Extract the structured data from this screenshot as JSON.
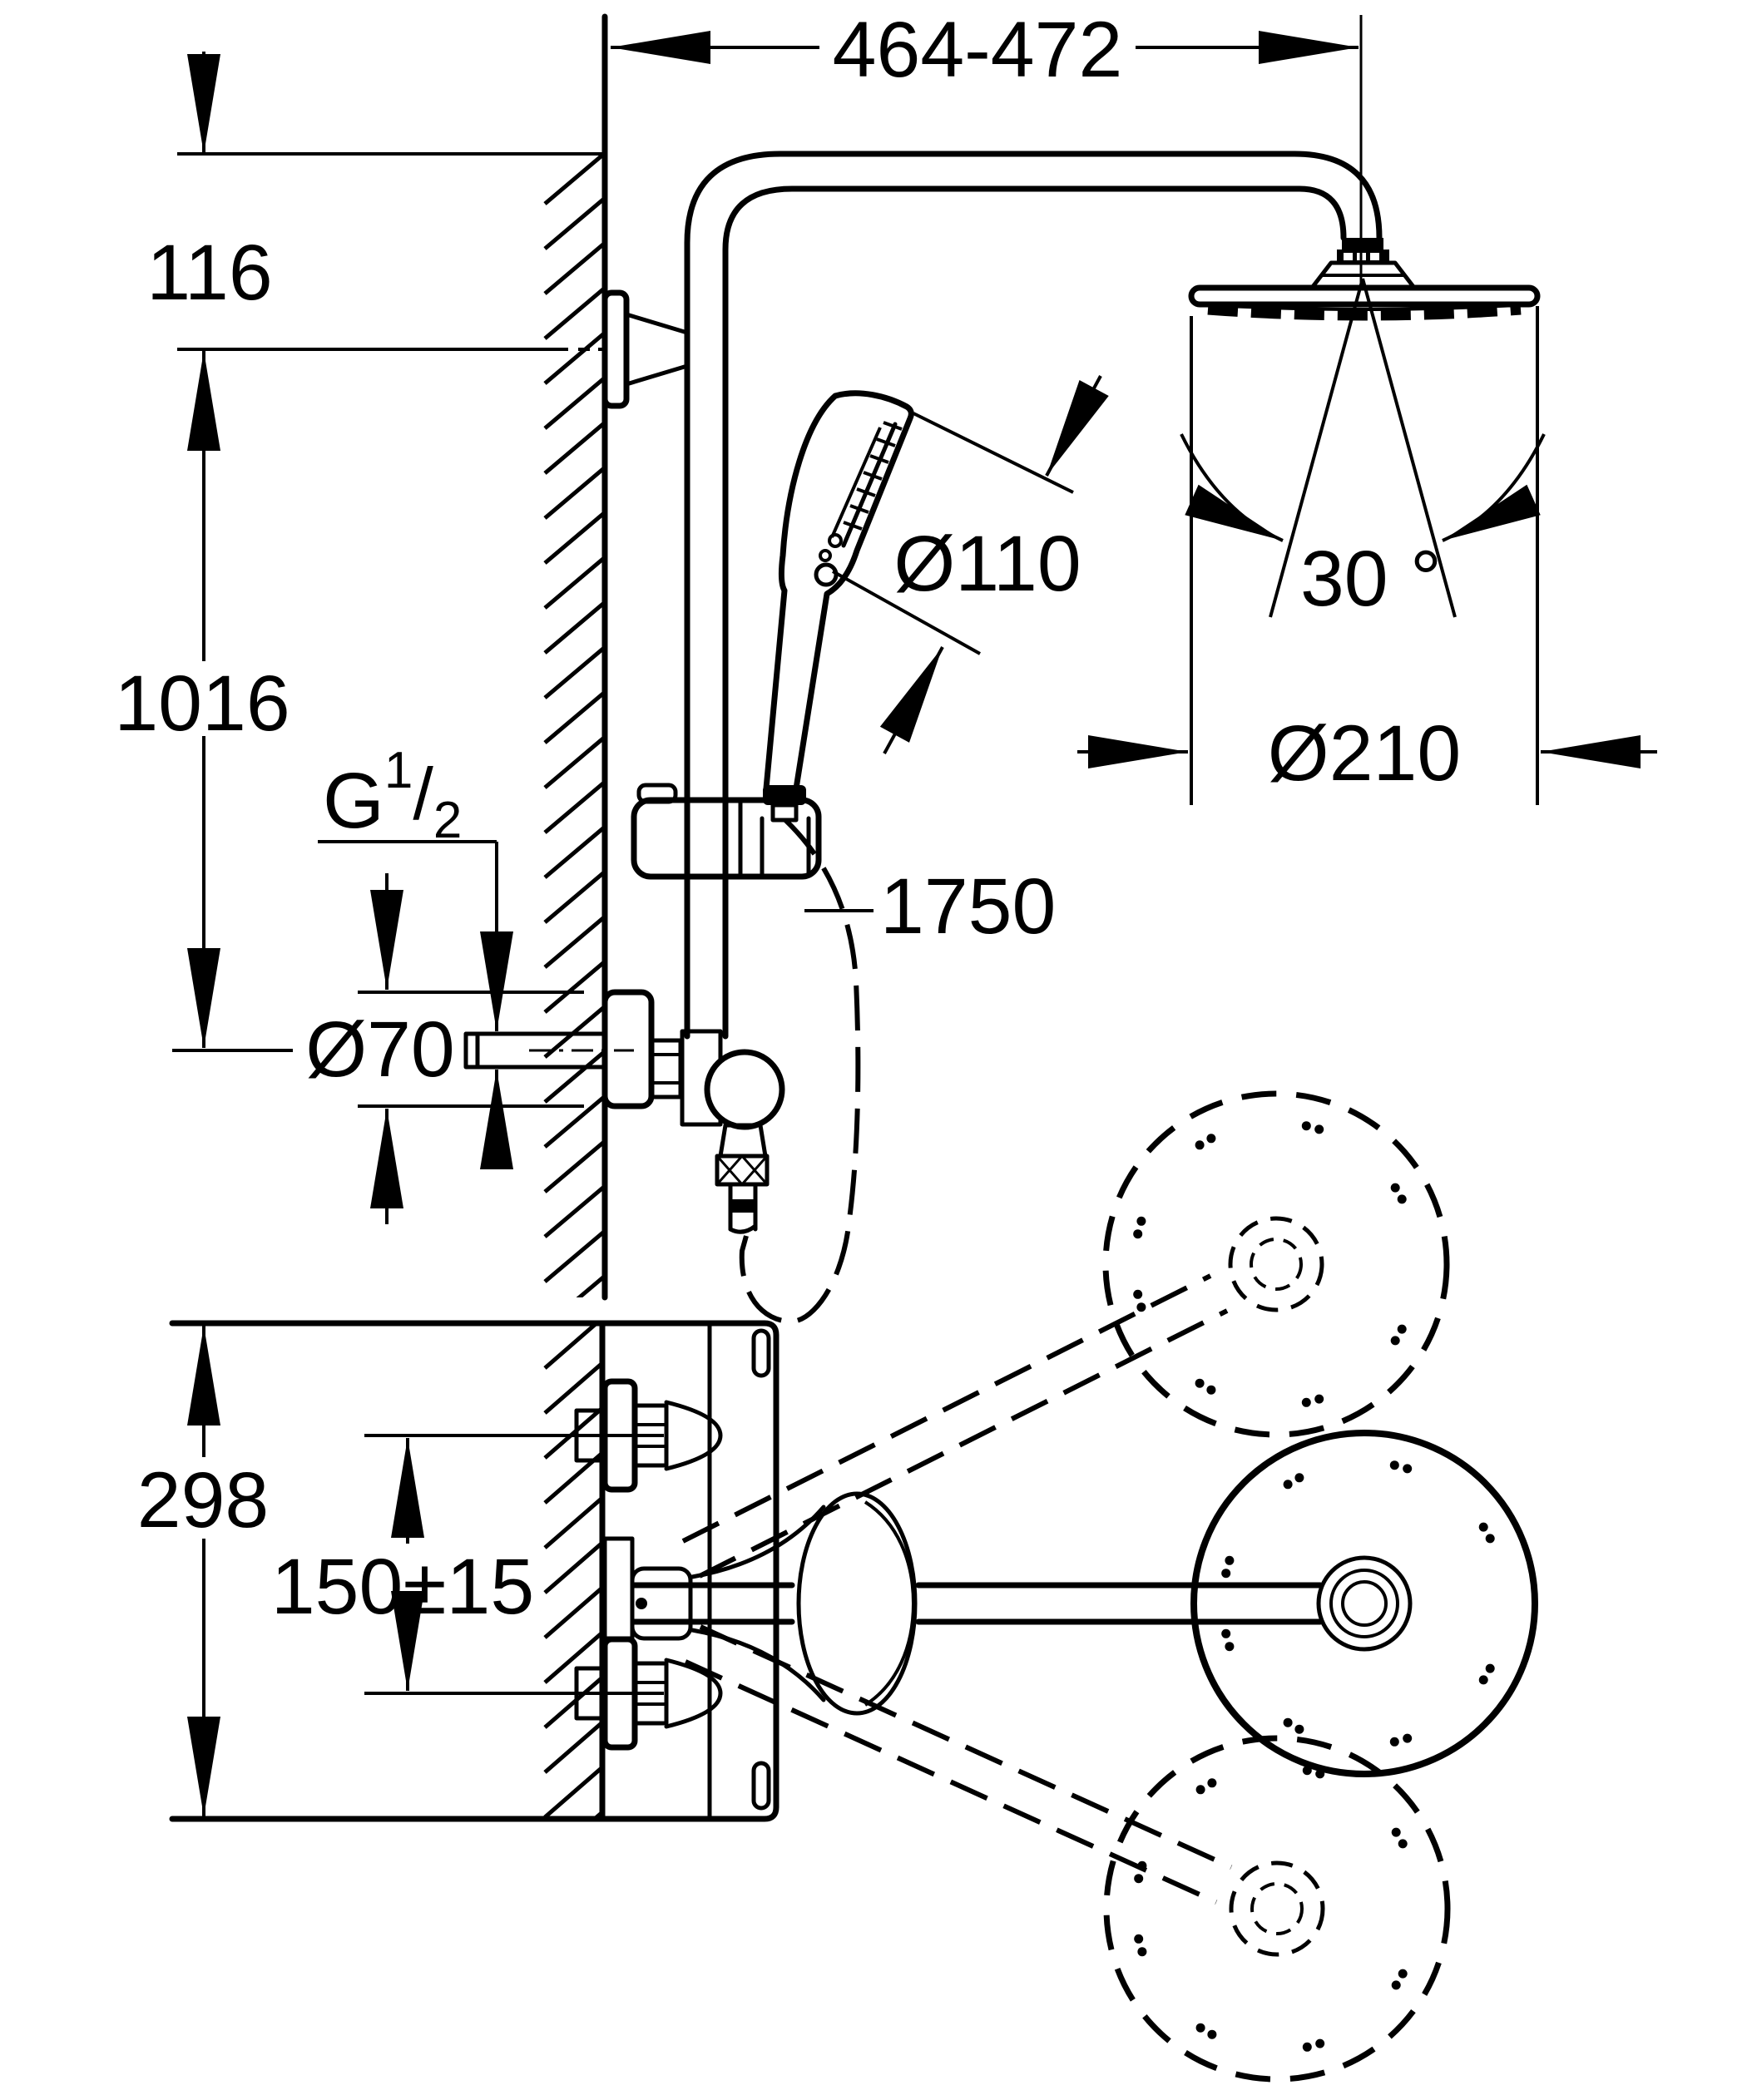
{
  "drawing": {
    "type": "shower-system installation diagram",
    "colors": {
      "line": "#000000",
      "background": "#ffffff"
    },
    "labels": {
      "width_range": "464-472",
      "top_offset": "116",
      "rail_height": "1016",
      "thread_g": "G",
      "thread_num": "1",
      "thread_slash": "/",
      "thread_den": "2",
      "escutcheon_diameter": "Ø70",
      "hand_shower_diameter": "Ø110",
      "head_shower_diameter": "Ø210",
      "head_angle": "30 °",
      "hose_length": "1750",
      "plan_height": "298",
      "supply_spacing": "150±15"
    }
  }
}
